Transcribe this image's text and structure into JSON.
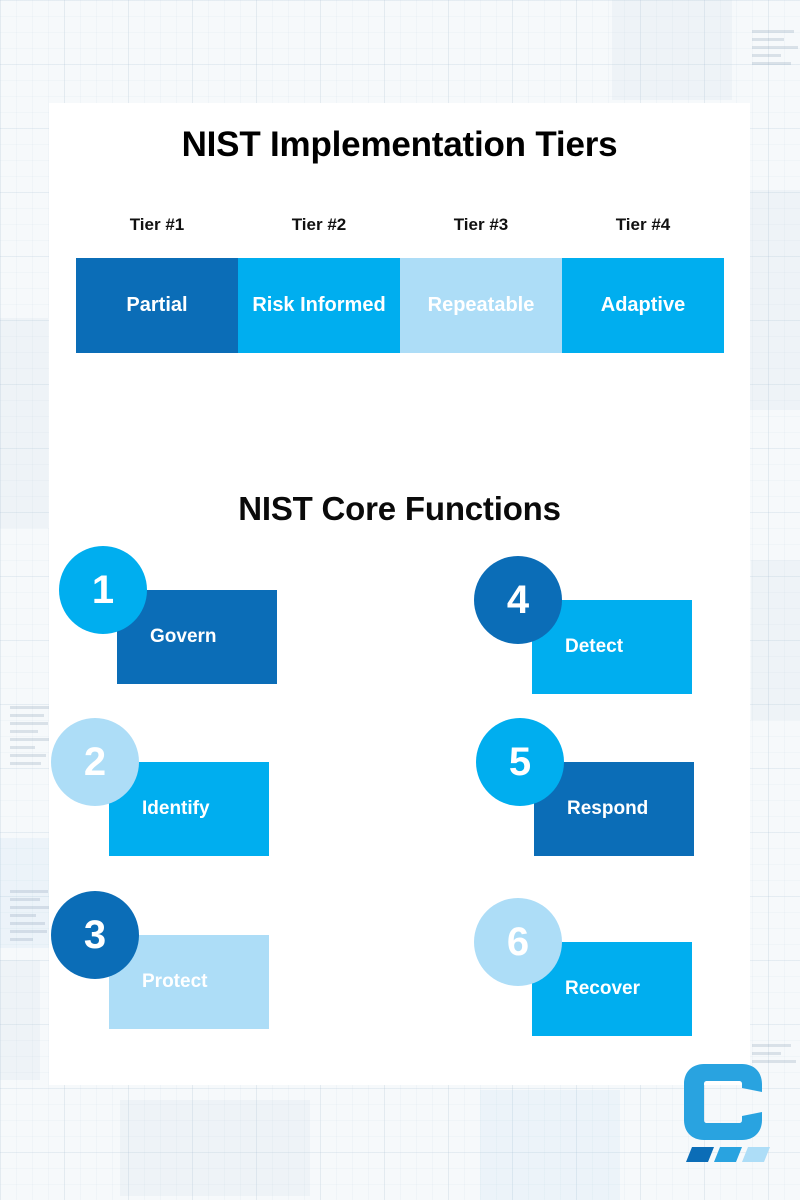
{
  "palette": {
    "dark_blue": "#0B6DB7",
    "cyan": "#00AEEF",
    "light_blue": "#ADDDF7",
    "white": "#FFFFFF",
    "page_background": "#F6F9FB",
    "text_black": "#0A0A0A"
  },
  "card": {
    "main_title": "NIST Implementation Tiers",
    "section_title": "NIST Core Functions"
  },
  "tiers": {
    "labels": [
      "Tier #1",
      "Tier #2",
      "Tier #3",
      "Tier #4"
    ],
    "cells": [
      {
        "name": "Partial",
        "color": "#0B6DB7"
      },
      {
        "name": "Risk Informed",
        "color": "#00AEEF"
      },
      {
        "name": "Repeatable",
        "color": "#ADDDF7"
      },
      {
        "name": "Adaptive",
        "color": "#00AEEF"
      }
    ]
  },
  "core_functions": [
    {
      "number": "1",
      "name": "Govern",
      "circle_color": "#00AEEF",
      "box_color": "#0B6DB7"
    },
    {
      "number": "2",
      "name": "Identify",
      "circle_color": "#ADDDF7",
      "box_color": "#00AEEF"
    },
    {
      "number": "3",
      "name": "Protect",
      "circle_color": "#0B6DB7",
      "box_color": "#ADDDF7"
    },
    {
      "number": "4",
      "name": "Detect",
      "circle_color": "#0B6DB7",
      "box_color": "#00AEEF"
    },
    {
      "number": "5",
      "name": "Respond",
      "circle_color": "#00AEEF",
      "box_color": "#0B6DB7"
    },
    {
      "number": "6",
      "name": "Recover",
      "circle_color": "#ADDDF7",
      "box_color": "#00AEEF"
    }
  ],
  "logo": {
    "letter": "C",
    "bar_colors": [
      "#0B6DB7",
      "#29A3E0",
      "#ADDDF7"
    ]
  }
}
